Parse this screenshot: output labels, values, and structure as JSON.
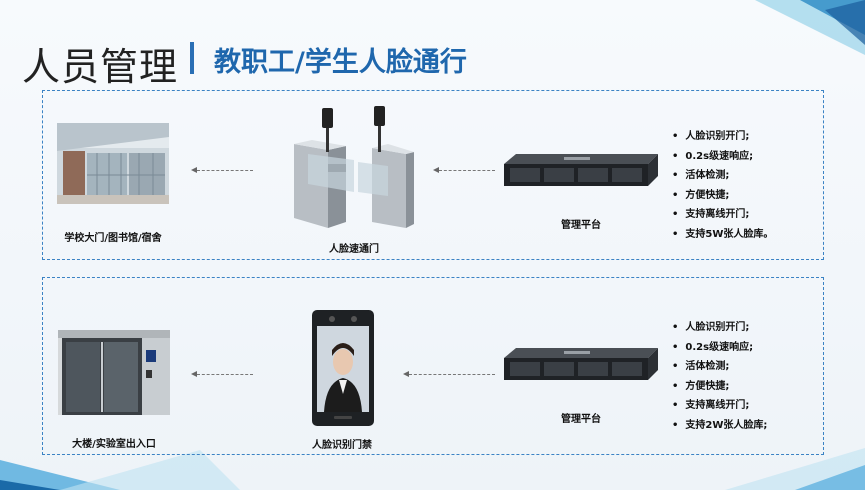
{
  "header": {
    "title": "人员管理",
    "subtitle": "教职工/学生人脸通行"
  },
  "section1": {
    "location_label": "学校大门/图书馆/宿舍",
    "gate_label": "人脸速通门",
    "server_label": "管理平台",
    "features": [
      "人脸识别开门;",
      "0.2s级速响应;",
      "活体检测;",
      "方便快捷;",
      "支持离线开门;",
      "支持5W张人脸库。"
    ]
  },
  "section2": {
    "location_label": "大楼/实验室出入口",
    "terminal_label": "人脸识别门禁",
    "server_label": "管理平台",
    "features": [
      "人脸识别开门;",
      "0.2s级速响应;",
      "活体检测;",
      "方便快捷;",
      "支持离线开门;",
      "支持2W张人脸库;"
    ]
  },
  "colors": {
    "accent": "#1f67ad",
    "title_bar": "#2a6fb5",
    "dashed_border": "#3a82c4"
  }
}
